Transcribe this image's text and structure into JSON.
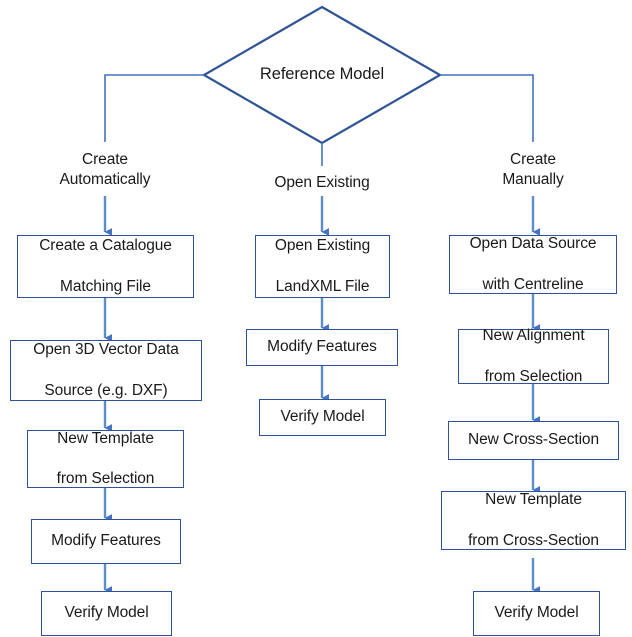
{
  "diagram": {
    "type": "flowchart",
    "title_node": "Reference Model",
    "colors": {
      "shape_border": "#2F5496",
      "connector_line": "#5B8FC9",
      "arrow_head": "#4472C4",
      "background": "#FFFFFF",
      "text": "#1A1A1A"
    },
    "branches": [
      {
        "id": "left",
        "label_line1": "Create",
        "label_line2": "Automatically",
        "steps": [
          {
            "line1": "Create a Catalogue",
            "line2": "Matching File"
          },
          {
            "line1": "Open 3D Vector Data",
            "line2": "Source (e.g. DXF)"
          },
          {
            "line1": "New Template",
            "line2": "from Selection"
          },
          {
            "line1": "Modify Features",
            "line2": ""
          },
          {
            "line1": "Verify Model",
            "line2": ""
          }
        ]
      },
      {
        "id": "center",
        "label_line1": "Open Existing",
        "label_line2": "",
        "steps": [
          {
            "line1": "Open Existing",
            "line2": "LandXML File"
          },
          {
            "line1": "Modify Features",
            "line2": ""
          },
          {
            "line1": "Verify Model",
            "line2": ""
          }
        ]
      },
      {
        "id": "right",
        "label_line1": "Create",
        "label_line2": "Manually",
        "steps": [
          {
            "line1": "Open Data Source",
            "line2": "with Centreline"
          },
          {
            "line1": "New Alignment",
            "line2": "from Selection"
          },
          {
            "line1": "New Cross-Section",
            "line2": ""
          },
          {
            "line1": "New Template",
            "line2": "from Cross-Section"
          },
          {
            "line1": "Verify Model",
            "line2": ""
          }
        ]
      }
    ]
  }
}
